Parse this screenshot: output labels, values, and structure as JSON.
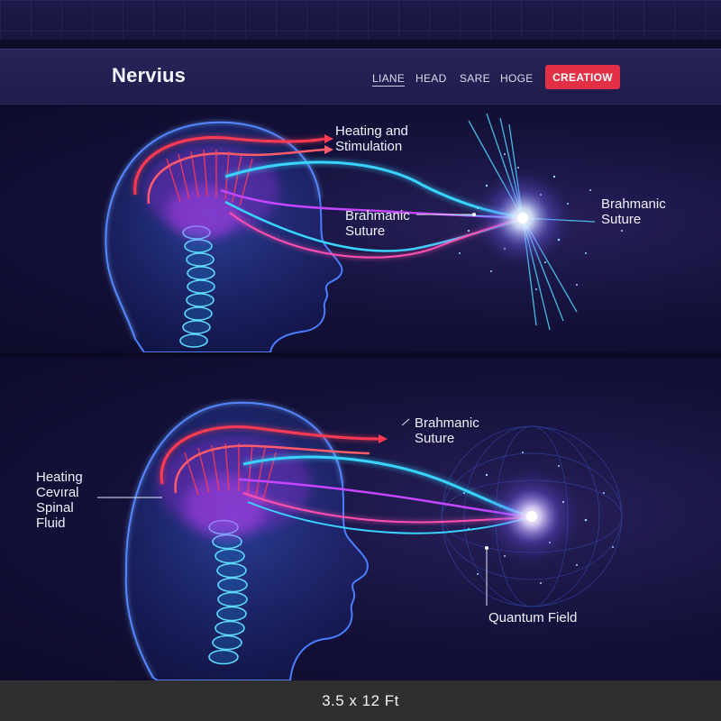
{
  "header": {
    "brand": "Nervius",
    "nav": [
      "LIANE",
      "HEAD",
      "SARE",
      "HOGE"
    ],
    "cta_label": "CREATIOW"
  },
  "panel_top": {
    "label_heating": [
      "Heating and",
      "Stimulation"
    ],
    "label_suture_mid": [
      "Brahmanic",
      "Suture"
    ],
    "label_suture_right": [
      "Brahmanic",
      "Suture"
    ]
  },
  "panel_bottom": {
    "label_suture": [
      "Brahmanic",
      "Suture"
    ],
    "label_fluid": [
      "Heating",
      "Cevıral",
      "Spinal",
      "Fluid"
    ],
    "label_quantum": "Quantum Field"
  },
  "footer": {
    "dimensions": "3.5 x 12 Ft"
  },
  "colors": {
    "accent": "#e33046",
    "cyan": "#39d4ff",
    "magenta": "#c447ff",
    "red": "#ff3a52",
    "body_blue": "#2b57d6",
    "background": "#14113a"
  }
}
